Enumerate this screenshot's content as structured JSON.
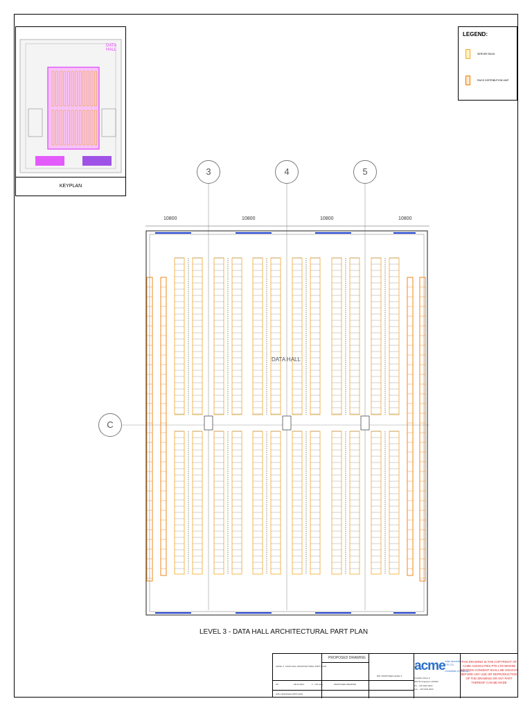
{
  "keyplan": {
    "label": "KEYPLAN",
    "area_label": "DATA HALL"
  },
  "legend": {
    "title": "LEGEND:",
    "items": [
      {
        "label": "SERVER RACK",
        "color": "#f5a623"
      },
      {
        "label": "RACK DISTRIBUTION UNIT",
        "color": "#f07a00"
      }
    ]
  },
  "grid_columns": [
    "3",
    "4",
    "5"
  ],
  "grid_row": "C",
  "dimensions": [
    "10800",
    "10800",
    "10800",
    "10800"
  ],
  "plan": {
    "title": "LEVEL 3 - DATA HALL ARCHITECTURAL PART PLAN",
    "room_label": "DATA HALL"
  },
  "titleblock": {
    "drawing_desc": "LEVEL 3 - DATA HALL ARCHITECTURAL PART PLAN",
    "status": "PROPOSED DRAWING",
    "status_small": "PROPOSED DRAWING",
    "sheet_ref": "DW: PROPOSED LEVEL 3",
    "rev": "P0",
    "scale_label": "1 : 175 (A1)",
    "drawing_no": "A(P)-L3DATAHALLPRT-A001",
    "date": "28.04.2021"
  },
  "company": {
    "name": "acme",
    "tagline_1": "urban associates",
    "tagline_2": "PTE LTD",
    "tagline_3": "Consultants of Distinction",
    "address_1": "9 Raffles Place #",
    "address_2": "#00-00 Singapore 000000",
    "tel": "Tel : +65 0000 0000",
    "fax": "Fax : +65 0000 0000"
  },
  "copyright": "THIS DRAWING IS THE COPYRIGHT OF ACME ASSOCIATES PTE LTD WHOSE WRITTEN CONSENT SHALL BE SOUGHT BEFORE ANY USE OR REPRODUCTION OF THE DRAWING OR ANY PART THEREOF CAN BE MADE",
  "colors": {
    "rack": "#f5a623",
    "rdu": "#f07a00",
    "keyplan_highlight": "#e040fb",
    "cable_tray": "#1a3fd1"
  }
}
